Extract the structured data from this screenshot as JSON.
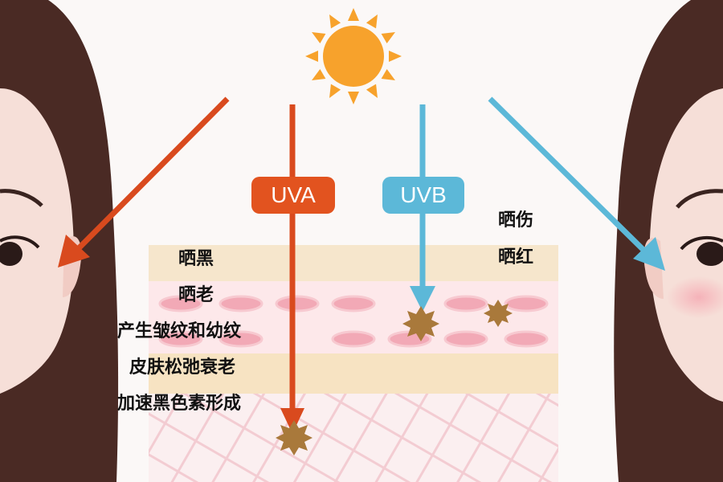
{
  "labels": {
    "uva": "UVA",
    "uvb": "UVB",
    "uva_effects": [
      "晒黑",
      "晒老",
      "产生皱纹和幼纹",
      "皮肤松弛衰老",
      "加速黑色素形成"
    ],
    "uvb_effects": [
      "晒伤",
      "晒红"
    ]
  },
  "colors": {
    "uva": "#d94a1e",
    "uvb": "#5cb8d8",
    "sun": "#f7a22c",
    "skin_top": "#f7e4c8",
    "skin_pink": "#f3c7cf",
    "dermis": "#f6dadd",
    "hair": "#4a2a24",
    "face": "#f6dfd8"
  }
}
